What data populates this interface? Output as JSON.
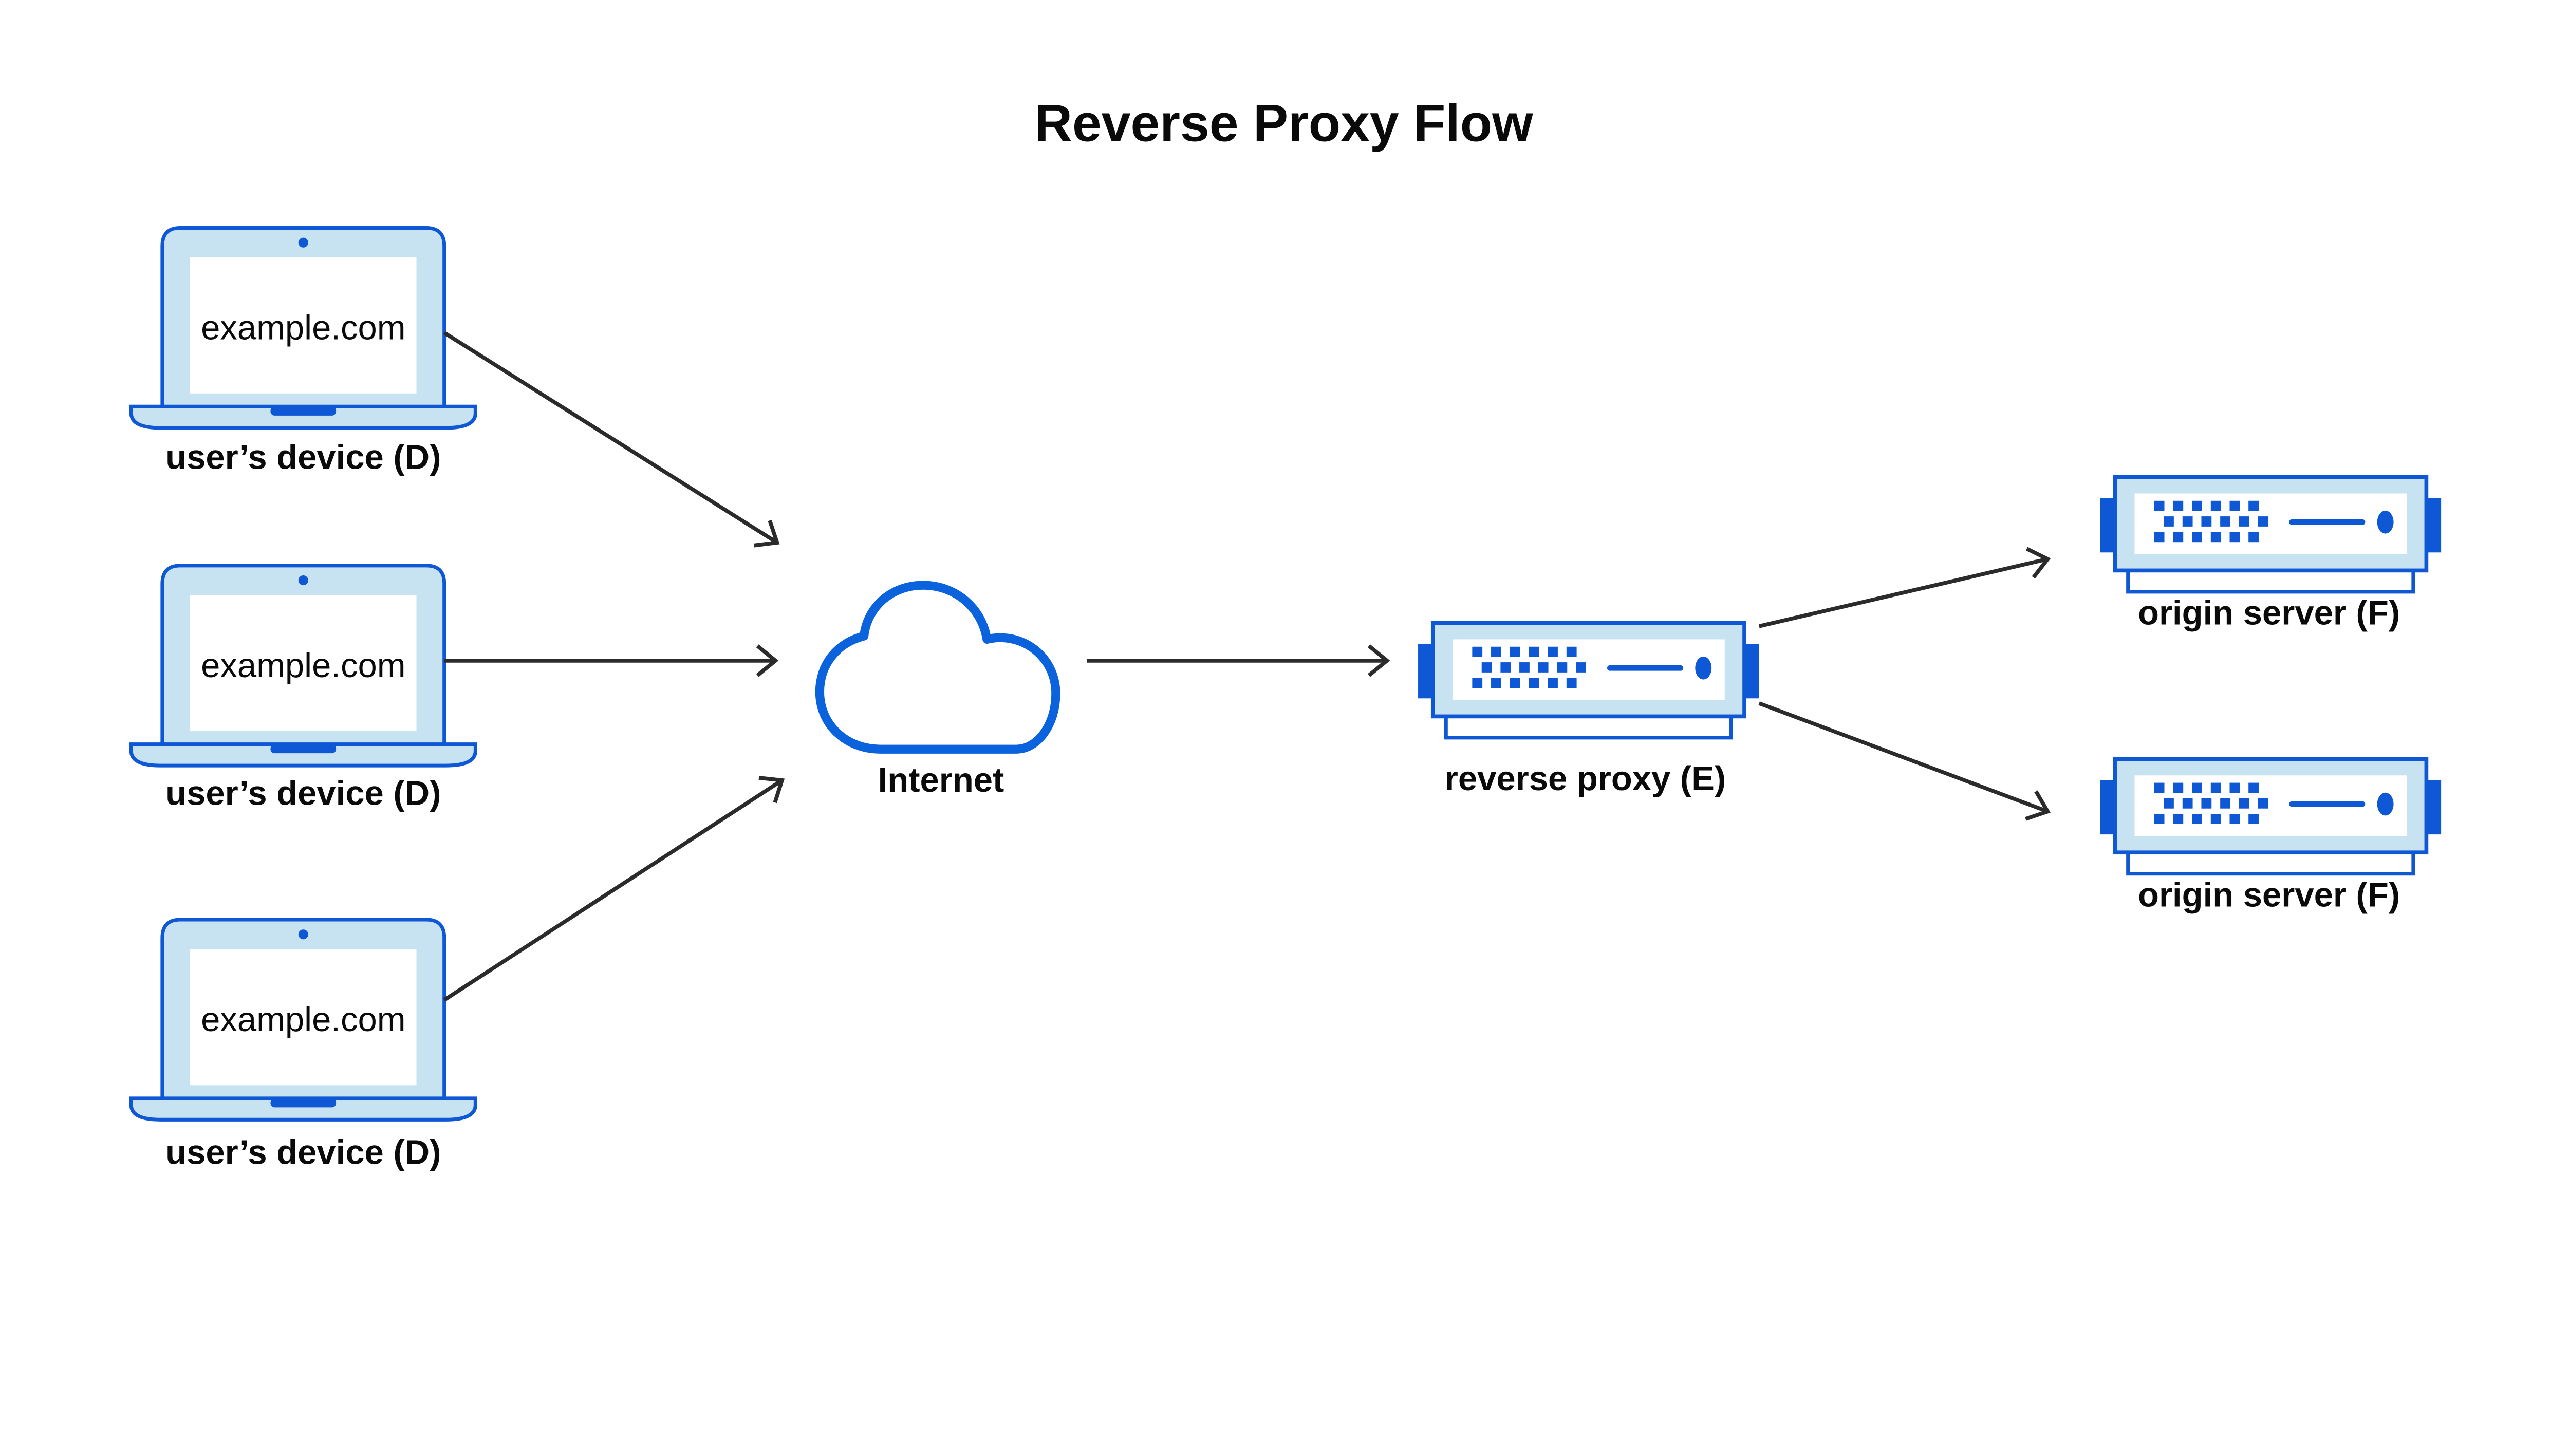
{
  "title": "Reverse Proxy Flow",
  "colors": {
    "blue": "#0e57d5",
    "cloud": "#0a62dc",
    "light": "#c7e3f1",
    "arrow": "#2b2b2b",
    "ink": "#0a0a0a",
    "bg": "#ffffff"
  },
  "icons": {
    "device": "laptop-icon",
    "internet": "cloud-icon",
    "proxy": "server-icon",
    "origin": "server-icon"
  },
  "nodes": {
    "devices": [
      {
        "screen_text": "example.com",
        "label": "user’s device (D)"
      },
      {
        "screen_text": "example.com",
        "label": "user’s device (D)"
      },
      {
        "screen_text": "example.com",
        "label": "user’s device (D)"
      }
    ],
    "internet": {
      "label": "Internet"
    },
    "reverse_proxy": {
      "label": "reverse proxy (E)"
    },
    "origin_servers": [
      {
        "label": "origin server (F)"
      },
      {
        "label": "origin server (F)"
      }
    ]
  },
  "edges": [
    {
      "from": "user’s device (D) #1",
      "to": "Internet"
    },
    {
      "from": "user’s device (D) #2",
      "to": "Internet"
    },
    {
      "from": "user’s device (D) #3",
      "to": "Internet"
    },
    {
      "from": "Internet",
      "to": "reverse proxy (E)"
    },
    {
      "from": "reverse proxy (E)",
      "to": "origin server (F) #1"
    },
    {
      "from": "reverse proxy (E)",
      "to": "origin server (F) #2"
    }
  ]
}
